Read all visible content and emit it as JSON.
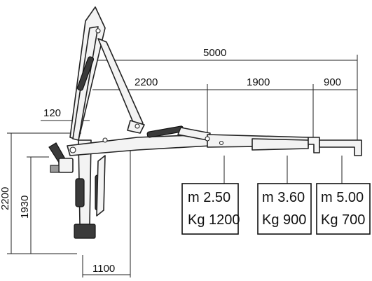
{
  "dimensions": {
    "total_reach": "5000",
    "reach_2200": "2200",
    "reach_1900": "1900",
    "reach_900": "900",
    "offset_120": "120",
    "height_2200": "2200",
    "height_1930": "1930",
    "base_1100": "1100"
  },
  "load_table": [
    {
      "radius": "m 2.50",
      "load": "Kg 1200"
    },
    {
      "radius": "m 3.60",
      "load": "Kg 900"
    },
    {
      "radius": "m 5.00",
      "load": "Kg 700"
    }
  ]
}
